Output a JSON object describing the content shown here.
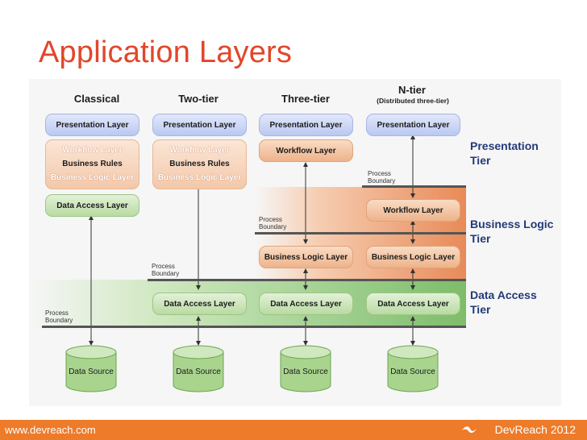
{
  "slide": {
    "title": "Application Layers"
  },
  "columns": [
    {
      "heading": "Classical",
      "subheading": ""
    },
    {
      "heading": "Two-tier",
      "subheading": ""
    },
    {
      "heading": "Three-tier",
      "subheading": ""
    },
    {
      "heading": "N-tier",
      "subheading": "(Distributed three-tier)"
    }
  ],
  "layers": {
    "presentation": "Presentation Layer",
    "workflow": "Workflow Layer",
    "business_rules": "Business Rules",
    "business_logic": "Business Logic Layer",
    "data_access": "Data Access Layer",
    "data_source": "Data Source"
  },
  "process_boundary": {
    "line1": "Process",
    "line2": "Boundary"
  },
  "tiers": {
    "presentation": [
      "Presentation",
      "Tier"
    ],
    "business": [
      "Business Logic",
      "Tier"
    ],
    "data": [
      "Data Access",
      "Tier"
    ]
  },
  "footer": {
    "url": "www.devreach.com",
    "brand": "DevReach 2012"
  },
  "colors": {
    "title": "#e2462a",
    "tier_label": "#223a78",
    "footer_bar": "#ed7b29",
    "presentation_box": "#bac8f1",
    "workflow_box": "#eeb38b",
    "data_box": "#b9dba2"
  }
}
